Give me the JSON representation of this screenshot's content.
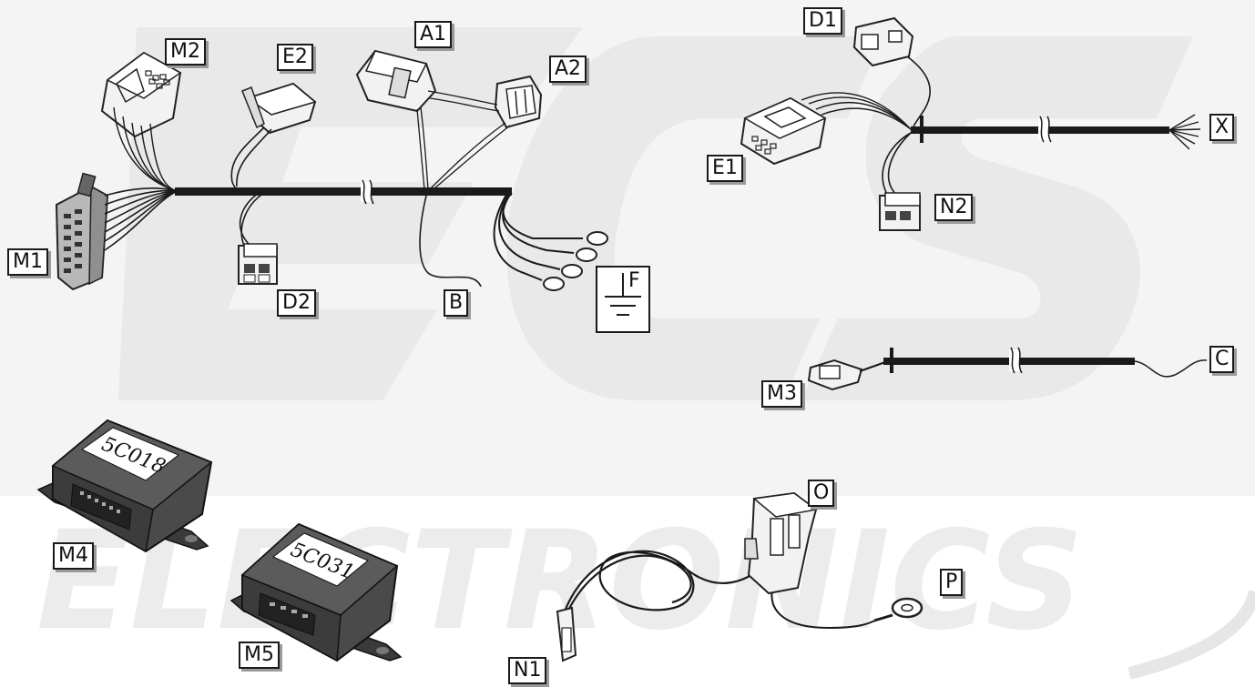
{
  "diagram": {
    "watermark": {
      "brand": "ECS",
      "subtitle": "ELECTRONICS"
    },
    "labels": {
      "M1": "M1",
      "M2": "M2",
      "E2": "E2",
      "A1": "A1",
      "A2": "A2",
      "D2": "D2",
      "B": "B",
      "F": "F",
      "D1": "D1",
      "E1": "E1",
      "X": "X",
      "N2": "N2",
      "M3": "M3",
      "C": "C",
      "M4": "M4",
      "M5": "M5",
      "O": "O",
      "P": "P",
      "N1": "N1"
    },
    "modules": {
      "m4_code": "5C018",
      "m5_code": "5C031"
    },
    "colors": {
      "cable": "#1a1a1a",
      "connector": "#f2f2f2",
      "connector_grey": "#b5b5b5",
      "module": "#3a3a3a",
      "watermark": "#ececec"
    }
  }
}
